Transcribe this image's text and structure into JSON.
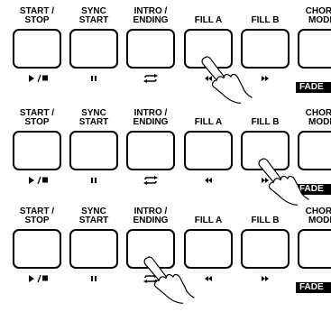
{
  "rows": [
    {
      "pressed": "fill_a"
    },
    {
      "pressed": "fill_b"
    },
    {
      "pressed": "intro_ending"
    }
  ],
  "columns": [
    {
      "id": "start_stop",
      "label_lines": [
        "START /",
        "STOP"
      ],
      "symbol": "play-stop-icon"
    },
    {
      "id": "sync_start",
      "label_lines": [
        "SYNC",
        "START"
      ],
      "symbol": "pause-icon"
    },
    {
      "id": "intro_ending",
      "label_lines": [
        "INTRO /",
        "ENDING"
      ],
      "symbol": "loop-arrows-icon"
    },
    {
      "id": "fill_a",
      "label_lines": [
        "FILL A"
      ],
      "symbol": "rewind-icon"
    },
    {
      "id": "fill_b",
      "label_lines": [
        "FILL B"
      ],
      "symbol": "fast-forward-icon"
    },
    {
      "id": "chord_mode",
      "label_lines": [
        "CHORD",
        "MODE"
      ],
      "badge": "FADE"
    }
  ]
}
